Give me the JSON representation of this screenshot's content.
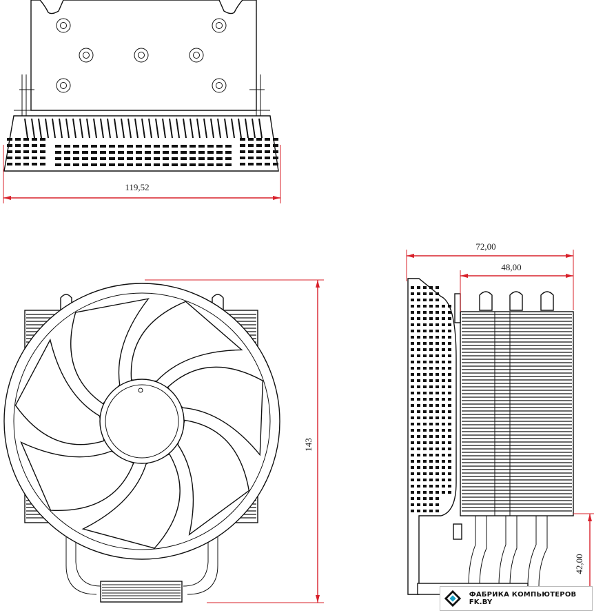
{
  "dimensions": {
    "top_width": "119,52",
    "side_depth": "72,00",
    "side_fin_depth": "48,00",
    "front_height": "143",
    "side_base_height": "42,00"
  },
  "watermark": {
    "text": "ФАБРИКА КОМПЬЮТЕРОВ FK.BY",
    "icon": "diamond-logo-icon"
  },
  "colors": {
    "dimension_line": "#d8202a",
    "outline": "#111111",
    "background": "#ffffff"
  }
}
